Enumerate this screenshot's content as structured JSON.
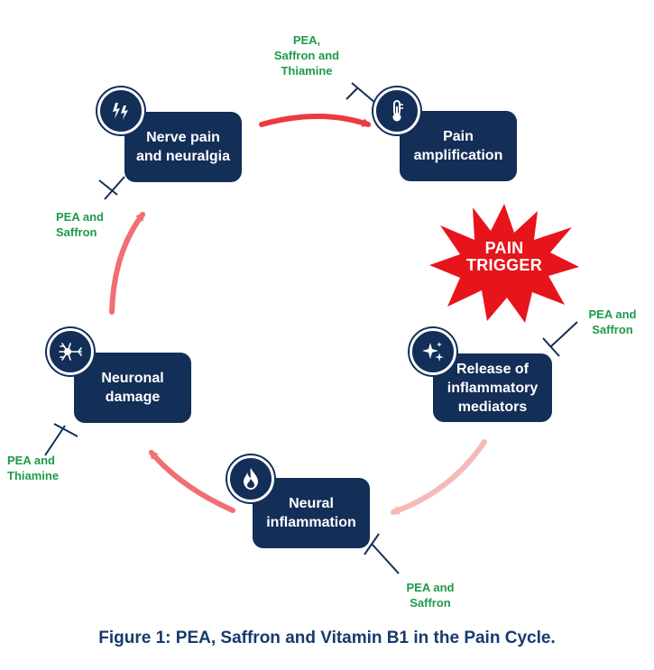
{
  "nodes": {
    "nerve_pain": {
      "label": "Nerve pain\nand neuralgia",
      "icon": "lightning-icon"
    },
    "pain_amplification": {
      "label": "Pain\namplification",
      "icon": "thermometer-icon"
    },
    "release_mediators": {
      "label": "Release of\ninflammatory\nmediators",
      "icon": "sparkles-icon"
    },
    "neural_inflammation": {
      "label": "Neural\ninflammation",
      "icon": "flame-icon"
    },
    "neuronal_damage": {
      "label": "Neuronal\ndamage",
      "icon": "neuron-icon"
    }
  },
  "inhibitors": {
    "top": "PEA,\nSaffron and\nThiamine",
    "upper_left": "PEA and\nSaffron",
    "right": "PEA and\nSaffron",
    "lower_left": "PEA and\nThiamine",
    "bottom": "PEA and\nSaffron"
  },
  "trigger": {
    "label": "PAIN\nTRIGGER"
  },
  "caption": "Figure 1: PEA, Saffron and Vitamin B1 in the Pain Cycle.",
  "colors": {
    "node_fill": "#132e57",
    "inhibitor_text": "#1e9a4a",
    "trigger_fill": "#e8141c",
    "arrow_strong": "#ec3b3f",
    "arrow_medium": "#f06f73",
    "arrow_light": "#f6b8b8"
  }
}
